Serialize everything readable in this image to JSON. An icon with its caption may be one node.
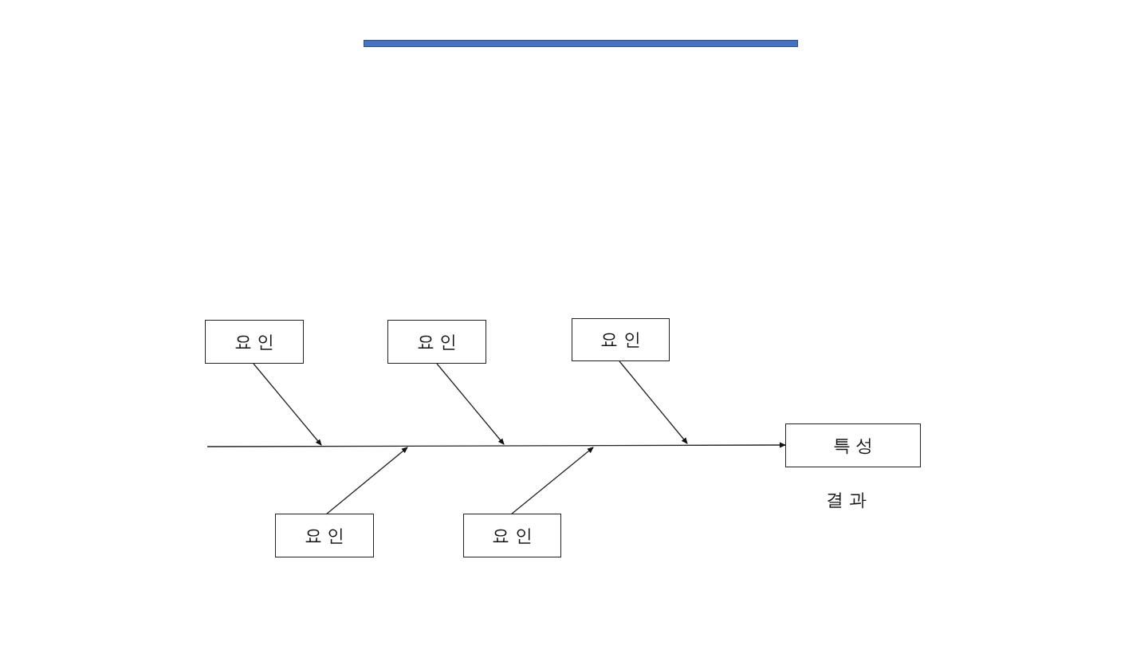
{
  "diagram": {
    "nodes": [
      {
        "text": [
          "요 인"
        ]
      },
      {
        "text": [
          "요 인"
        ]
      },
      {
        "text": [
          "요 인"
        ]
      },
      {
        "text": [
          "특 성"
        ],
        "beside": [
          "결 과"
        ]
      },
      {
        "text": [
          "요 인"
        ]
      },
      {
        "text": [
          "요 인"
        ]
      }
    ],
    "edges": [
      {
        "from": 0,
        "to": null,
        "arrow": "to"
      },
      {
        "from": 1,
        "to": null,
        "arrow": "to"
      },
      {
        "from": 2,
        "to": null,
        "arrow": "to"
      },
      {
        "from": 4,
        "to": null,
        "arrow": "to"
      },
      {
        "from": 5,
        "to": null,
        "arrow": "to"
      },
      {
        "from": null,
        "to": 3,
        "arrow": "to"
      }
    ]
  }
}
